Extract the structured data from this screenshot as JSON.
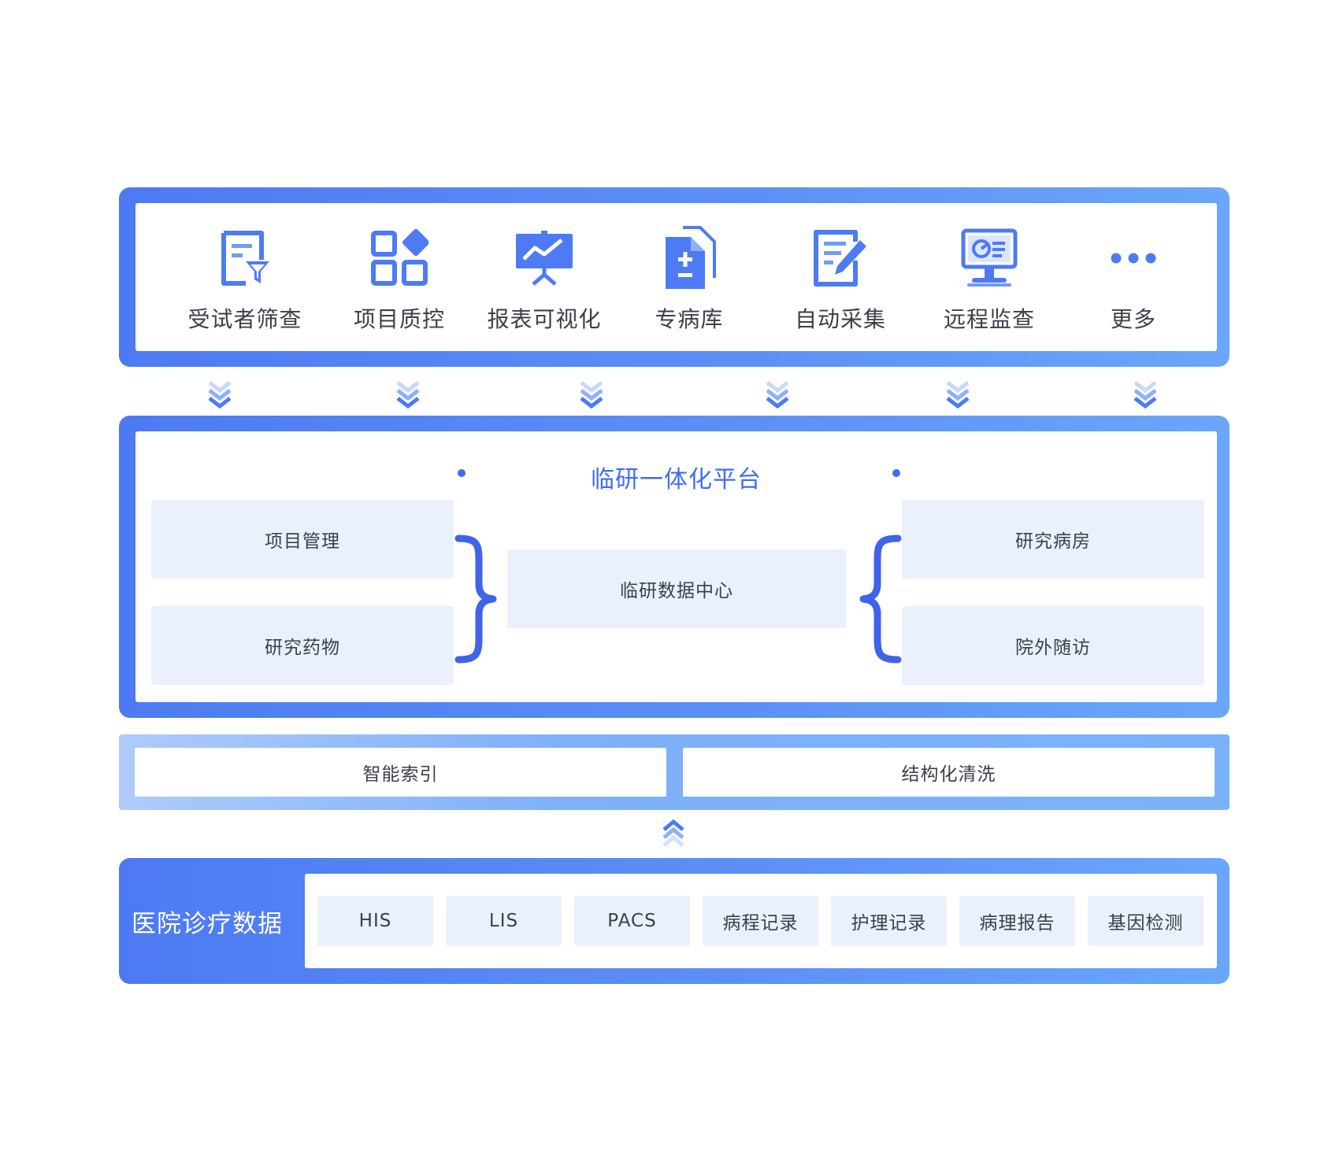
{
  "apps": {
    "items": [
      {
        "label": "受试者筛查",
        "icon": "filter-form-icon"
      },
      {
        "label": "项目质控",
        "icon": "grid-apps-icon"
      },
      {
        "label": "报表可视化",
        "icon": "chart-board-icon"
      },
      {
        "label": "专病库",
        "icon": "medical-file-icon"
      },
      {
        "label": "自动采集",
        "icon": "edit-form-icon"
      },
      {
        "label": "远程监查",
        "icon": "monitor-icon"
      },
      {
        "label": "更多",
        "icon": "more-dots-icon"
      }
    ]
  },
  "platform": {
    "title": "临研一体化平台",
    "left": [
      "项目管理",
      "研究药物"
    ],
    "center": "临研数据中心",
    "right": [
      "研究病房",
      "院外随访"
    ]
  },
  "processing": [
    "智能索引",
    "结构化清洗"
  ],
  "hospital": {
    "label": "医院诊疗数据",
    "sources": [
      "HIS",
      "LIS",
      "PACS",
      "病程记录",
      "护理记录",
      "病理报告",
      "基因检测"
    ]
  },
  "colors": {
    "accent": "#3f6df0",
    "band_start": "#4d7af3",
    "band_end": "#6aa7fb",
    "box_fill": "#eaf1fd",
    "text": "#3b3f4a"
  }
}
